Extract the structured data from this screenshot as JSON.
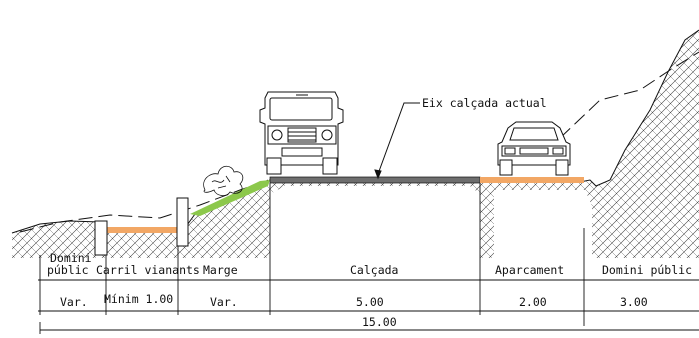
{
  "annotation": {
    "eix_label": "Eix calçada actual"
  },
  "zones": {
    "domini_public_left": {
      "line1": "Domini",
      "line2": "públic"
    },
    "carril_vianants": "Carril vianants",
    "marge": "Marge",
    "calcada": "Calçada",
    "aparcament": "Aparcament",
    "domini_public_right": "Domini públic"
  },
  "dimensions": {
    "var_left": "Var.",
    "minim": "Mínim 1.00",
    "var_marge": "Var.",
    "calcada": "5.00",
    "aparcament": "2.00",
    "domini_right": "3.00",
    "total": "15.00"
  },
  "colors": {
    "asphalt": "#6e6e6e",
    "sidewalk": "#f2a765",
    "grass": "#8cc84b",
    "line": "#111111"
  },
  "icons": [
    "van-icon",
    "car-icon",
    "bush-icon",
    "bollard-icon"
  ]
}
